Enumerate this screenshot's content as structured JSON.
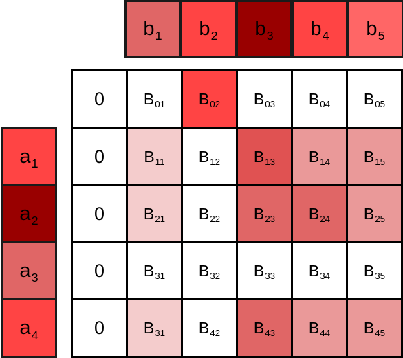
{
  "top_headers": [
    {
      "base": "b",
      "sub": "1",
      "color": "#e06666"
    },
    {
      "base": "b",
      "sub": "2",
      "color": "#ff4444"
    },
    {
      "base": "b",
      "sub": "3",
      "color": "#990000"
    },
    {
      "base": "b",
      "sub": "4",
      "color": "#ff4444"
    },
    {
      "base": "b",
      "sub": "5",
      "color": "#ff6666"
    }
  ],
  "left_headers": [
    {
      "base": "a",
      "sub": "1",
      "color": "#ff4444"
    },
    {
      "base": "a",
      "sub": "2",
      "color": "#990000"
    },
    {
      "base": "a",
      "sub": "3",
      "color": "#e06666"
    },
    {
      "base": "a",
      "sub": "4",
      "color": "#ff4444"
    }
  ],
  "rows": [
    {
      "zero": "0",
      "cells": [
        {
          "base": "B",
          "sub": "01",
          "color": "#ffffff"
        },
        {
          "base": "B",
          "sub": "02",
          "color": "#ff4444"
        },
        {
          "base": "B",
          "sub": "03",
          "color": "#ffffff"
        },
        {
          "base": "B",
          "sub": "04",
          "color": "#ffffff"
        },
        {
          "base": "B",
          "sub": "05",
          "color": "#ffffff"
        }
      ]
    },
    {
      "zero": "0",
      "cells": [
        {
          "base": "B",
          "sub": "11",
          "color": "#f4cccc"
        },
        {
          "base": "B",
          "sub": "12",
          "color": "#ffffff"
        },
        {
          "base": "B",
          "sub": "13",
          "color": "#e05252"
        },
        {
          "base": "B",
          "sub": "14",
          "color": "#ea9999"
        },
        {
          "base": "B",
          "sub": "15",
          "color": "#ea9999"
        }
      ]
    },
    {
      "zero": "0",
      "cells": [
        {
          "base": "B",
          "sub": "21",
          "color": "#f4cccc"
        },
        {
          "base": "B",
          "sub": "22",
          "color": "#ffffff"
        },
        {
          "base": "B",
          "sub": "23",
          "color": "#e06666"
        },
        {
          "base": "B",
          "sub": "24",
          "color": "#e06666"
        },
        {
          "base": "B",
          "sub": "25",
          "color": "#ea9999"
        }
      ]
    },
    {
      "zero": "0",
      "cells": [
        {
          "base": "B",
          "sub": "31",
          "color": "#ffffff"
        },
        {
          "base": "B",
          "sub": "32",
          "color": "#ffffff"
        },
        {
          "base": "B",
          "sub": "33",
          "color": "#ffffff"
        },
        {
          "base": "B",
          "sub": "34",
          "color": "#ffffff"
        },
        {
          "base": "B",
          "sub": "35",
          "color": "#ffffff"
        }
      ]
    },
    {
      "zero": "0",
      "cells": [
        {
          "base": "B",
          "sub": "31",
          "color": "#f4cccc"
        },
        {
          "base": "B",
          "sub": "42",
          "color": "#ffffff"
        },
        {
          "base": "B",
          "sub": "43",
          "color": "#e06666"
        },
        {
          "base": "B",
          "sub": "44",
          "color": "#ea9999"
        },
        {
          "base": "B",
          "sub": "45",
          "color": "#ea9999"
        }
      ]
    }
  ]
}
